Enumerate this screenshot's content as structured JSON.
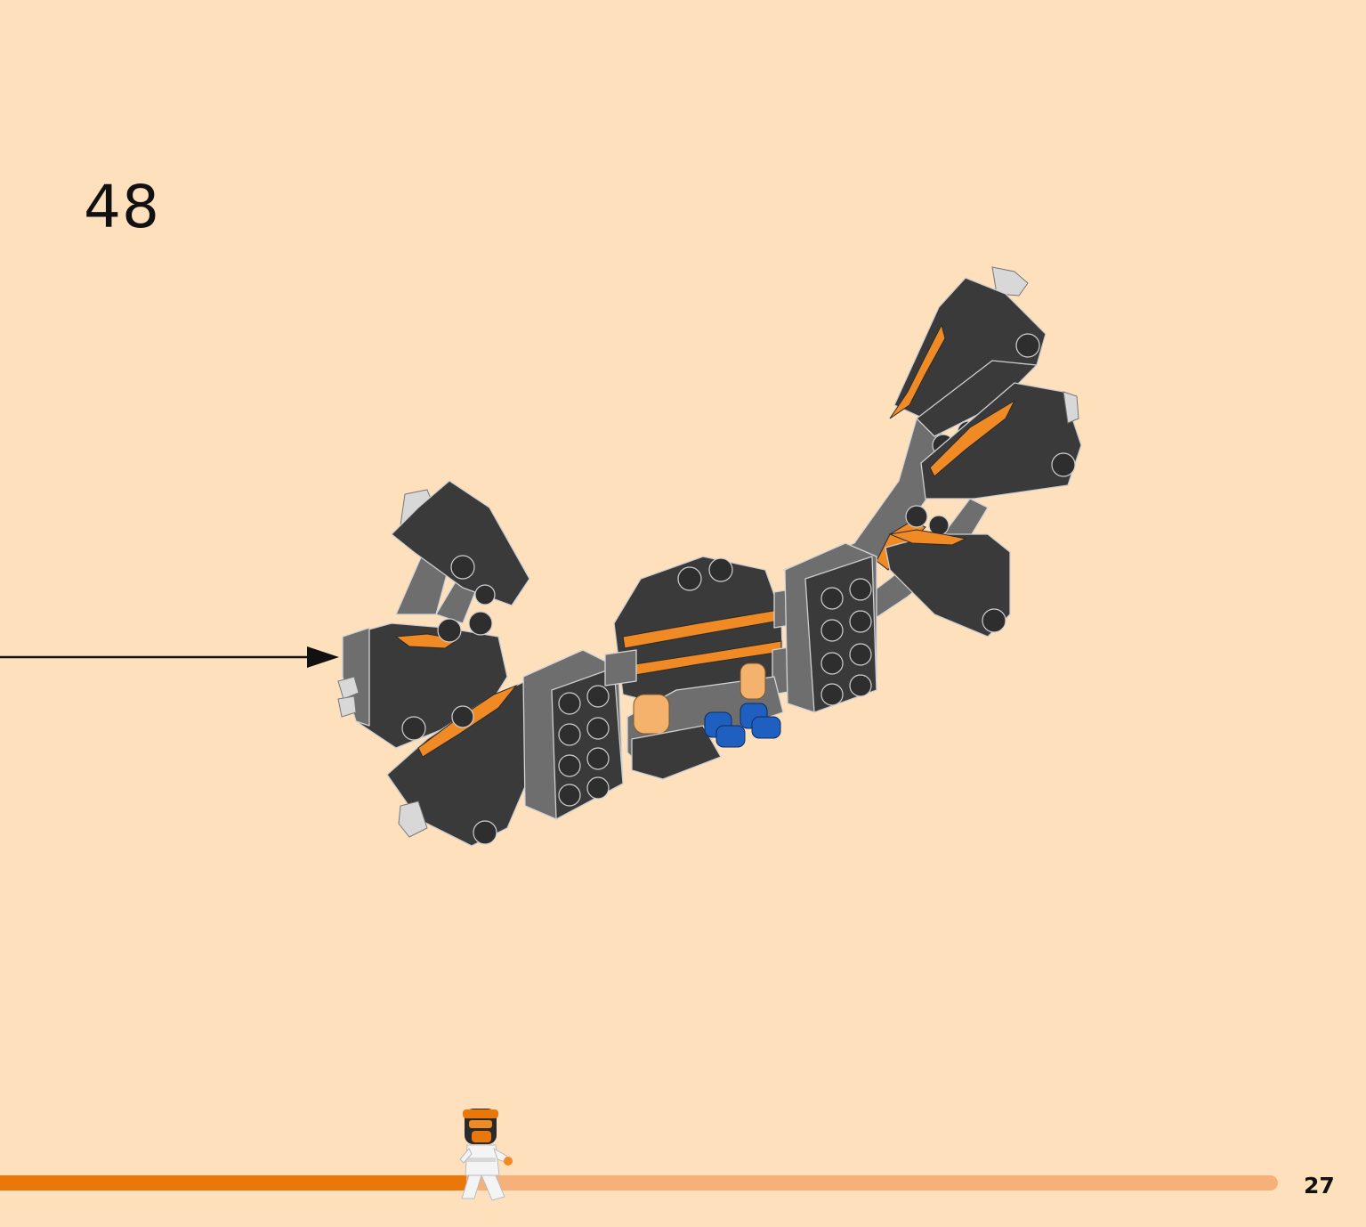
{
  "step": {
    "number": "48"
  },
  "page": {
    "number": "27"
  },
  "progress": {
    "fraction": 0.365
  },
  "colors": {
    "background": "#FFE0BD",
    "progress_fill": "#E9770A",
    "progress_track": "#F6B07A",
    "brick_dark": "#3A3A3A",
    "brick_grey": "#6E6E6E",
    "accent_orange": "#F08A24",
    "accent_blue": "#1E5FC0"
  },
  "icons": {
    "arrow": "callout-arrow-icon",
    "model": "lego-build-model",
    "figure": "ninja-minifigure-icon"
  }
}
